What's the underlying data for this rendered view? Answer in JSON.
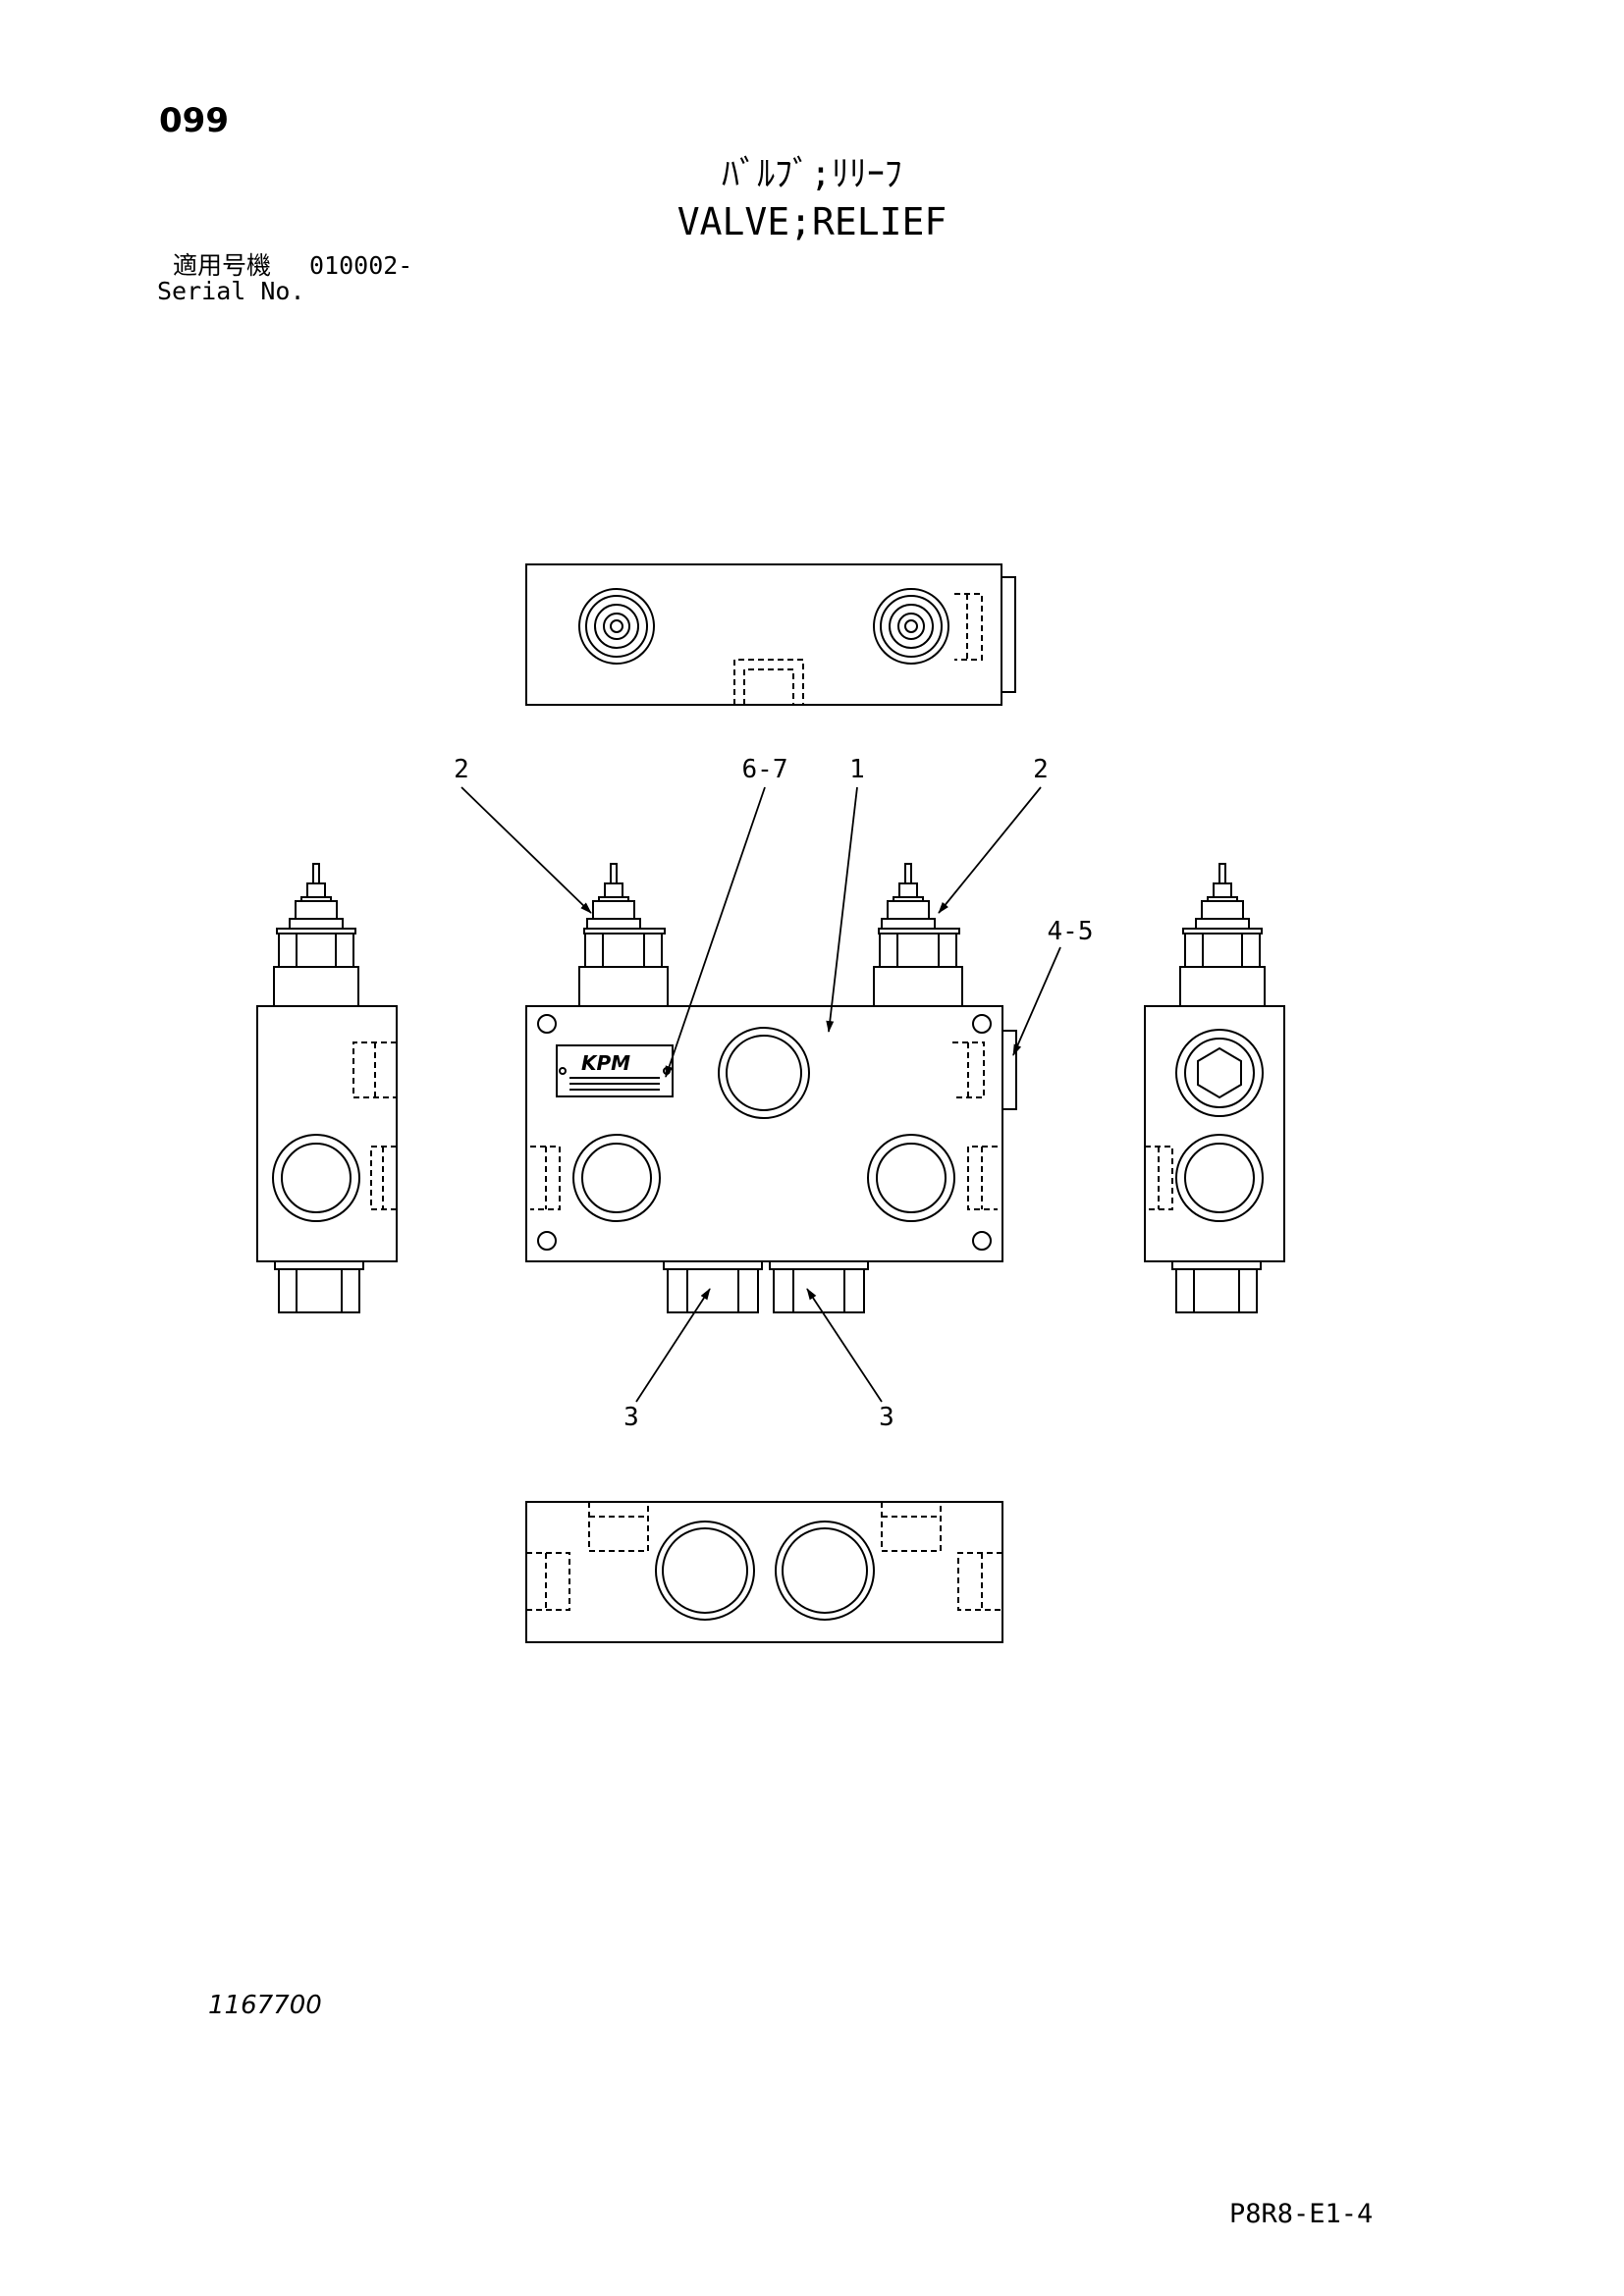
{
  "header": {
    "page_number": "099",
    "title_jp": "ﾊﾞﾙﾌﾞ;ﾘﾘｰﾌ",
    "title_en": "VALVE;RELIEF",
    "serial_label_jp": "適用号機",
    "serial_value": "010002-",
    "serial_label_en": "Serial No."
  },
  "callouts": {
    "c1": "2",
    "c2": "6-7",
    "c3": "1",
    "c4": "2",
    "c5": "4-5",
    "c6": "3",
    "c7": "3"
  },
  "nameplate": {
    "logo_text": "KPM"
  },
  "footer": {
    "drawing_number": "1167700",
    "sheet_code": "P8R8-E1-4"
  }
}
